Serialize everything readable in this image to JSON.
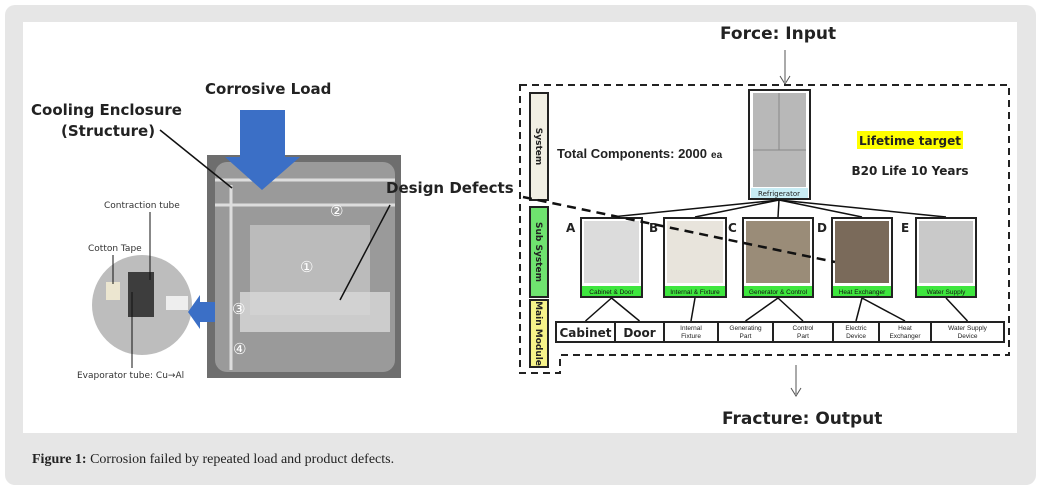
{
  "left_panel": {
    "corrosive_load": "Corrosive Load",
    "cooling_enclosure_line1": "Cooling Enclosure",
    "cooling_enclosure_line2": "(Structure)",
    "design_defects": "Design Defects",
    "contraction_tube": "Contraction tube",
    "cotton_tape": "Cotton Tape",
    "evaporator_tube": "Evaporator tube: Cu→Al",
    "markers": [
      "①",
      "②",
      "③",
      "④"
    ],
    "arrow_color": "#3b6fc6"
  },
  "right_panel": {
    "force_input": "Force: Input",
    "fracture_output": "Fracture: Output",
    "levels": [
      "System",
      "Sub System",
      "Main Module"
    ],
    "level_colors": [
      "#f1efe4",
      "#6fe36f",
      "#f6f38a"
    ],
    "total_components": "Total Components: 2000",
    "total_unit": "ea",
    "lifetime_target": "Lifetime target",
    "lifetime_color": "#ffff00",
    "b20": "B20 Life 10 Years",
    "system_label": "Refrigerator",
    "subsystems": [
      {
        "letter": "A",
        "label": "Cabinet & Door"
      },
      {
        "letter": "B",
        "label": "Internal & Fixture"
      },
      {
        "letter": "C",
        "label": "Generator & Control"
      },
      {
        "letter": "D",
        "label": "Heat Exchanger"
      },
      {
        "letter": "E",
        "label": "Water Supply"
      }
    ],
    "subsystem_label_color": "#3ee63e",
    "modules": [
      "Cabinet",
      "Door",
      "Internal Fixture",
      "Generating Part",
      "Control Part",
      "Electric Device",
      "Heat Exchanger",
      "Water Supply Device"
    ]
  },
  "caption": {
    "label": "Figure 1:",
    "text": " Corrosion failed by repeated load and product defects."
  }
}
